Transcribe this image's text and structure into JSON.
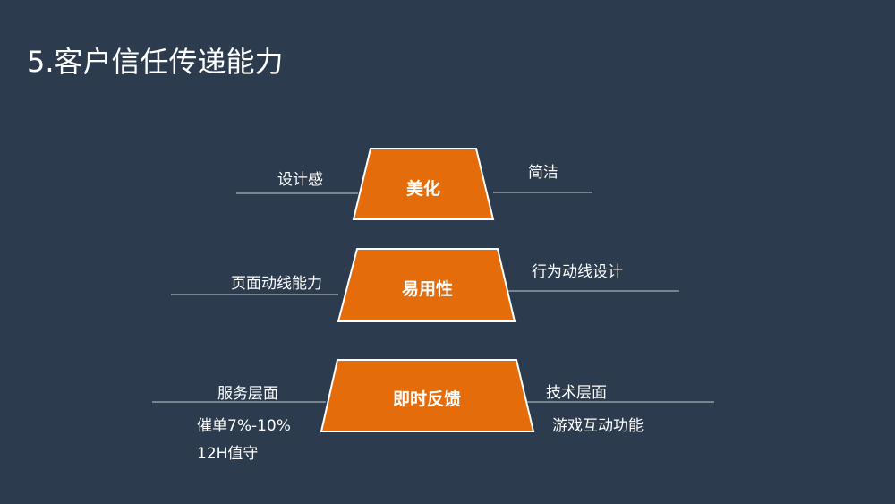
{
  "title": "5.客户信任传递能力",
  "colors": {
    "background": "#2c3b4d",
    "accent": "#e46c0a",
    "border": "#ffffff"
  },
  "levels": [
    {
      "label": "美化",
      "left": [
        "设计感"
      ],
      "right": [
        "简洁"
      ]
    },
    {
      "label": "易用性",
      "left": [
        "页面动线能力"
      ],
      "right": [
        "行为动线设计"
      ]
    },
    {
      "label": "即时反馈",
      "left": [
        "服务层面",
        "催单7%-10%",
        "12H值守"
      ],
      "right": [
        "技术层面",
        "游戏互动功能"
      ]
    }
  ]
}
